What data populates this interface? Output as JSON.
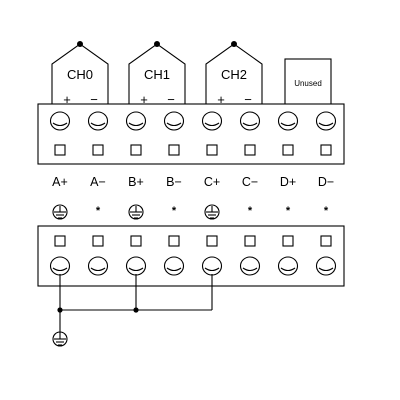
{
  "channels": [
    {
      "name": "CH0",
      "plus": "+",
      "minus": "−"
    },
    {
      "name": "CH1",
      "plus": "+",
      "minus": "−"
    },
    {
      "name": "CH2",
      "plus": "+",
      "minus": "−"
    }
  ],
  "unused_label": "Unused",
  "terminal_labels": [
    "A+",
    "A−",
    "B+",
    "B−",
    "C+",
    "C−",
    "D+",
    "D−"
  ],
  "lower_marks": [
    "ground-symbol",
    "*",
    "ground-symbol",
    "*",
    "ground-symbol",
    "*",
    "*",
    "*"
  ],
  "colors": {
    "line": "#000000",
    "background": "#ffffff"
  }
}
